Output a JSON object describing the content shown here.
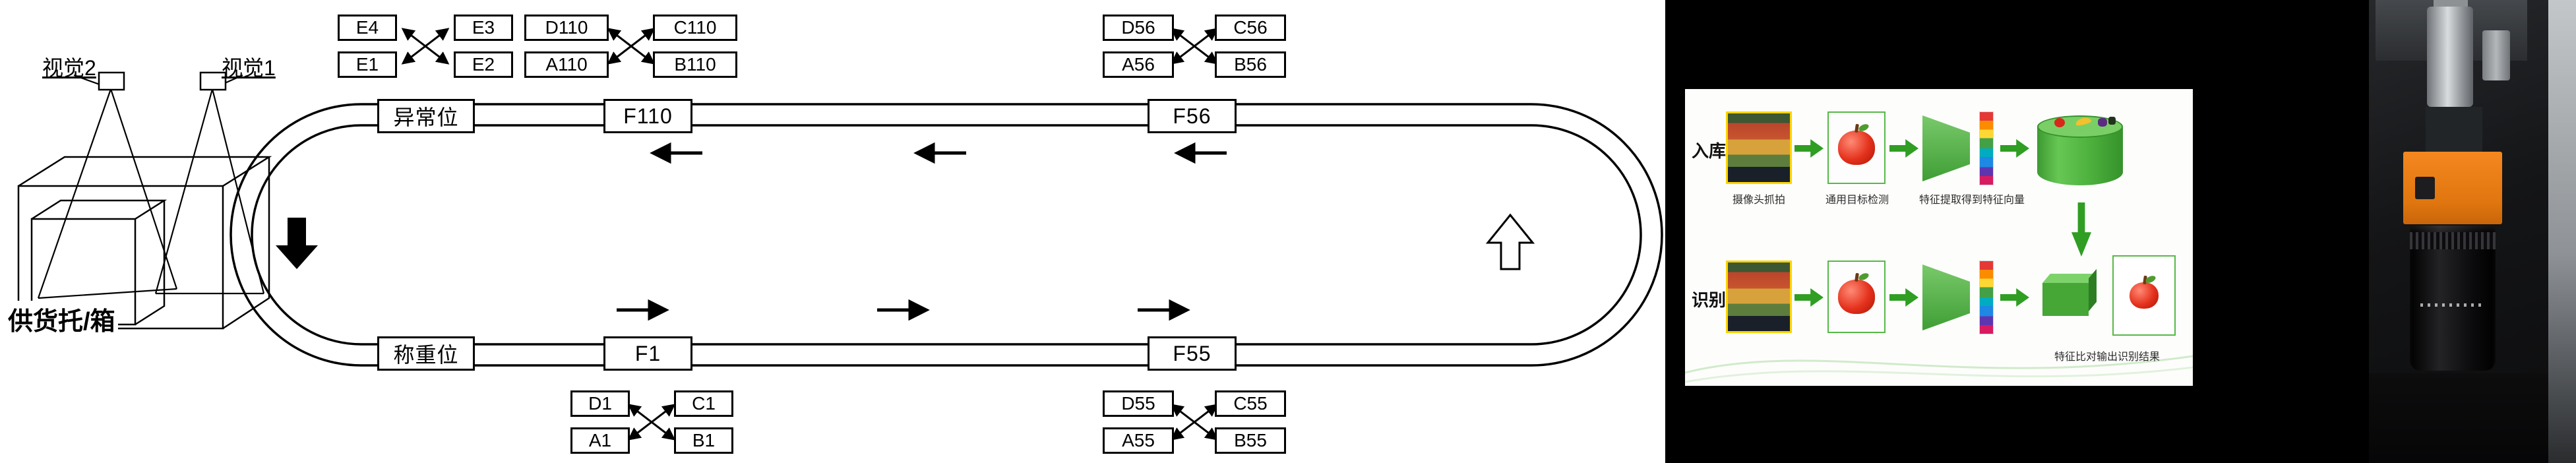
{
  "diagram": {
    "vision2": "视觉2",
    "vision1": "视觉1",
    "supply_label": "供货托/箱",
    "stations": {
      "abnormal": "异常位",
      "f110": "F110",
      "f56": "F56",
      "weighing": "称重位",
      "f1": "F1",
      "f55": "F55"
    },
    "clusters": {
      "e": {
        "tl": "E4",
        "tr": "E3",
        "bl": "E1",
        "br": "E2"
      },
      "g110": {
        "tl": "D110",
        "tr": "C110",
        "bl": "A110",
        "br": "B110"
      },
      "g56": {
        "tl": "D56",
        "tr": "C56",
        "bl": "A56",
        "br": "B56"
      },
      "g1": {
        "tl": "D1",
        "tr": "C1",
        "bl": "A1",
        "br": "B1"
      },
      "g55": {
        "tl": "D55",
        "tr": "C55",
        "bl": "A55",
        "br": "B55"
      }
    }
  },
  "slide": {
    "row1_label": "入库",
    "row2_label": "识别",
    "caption_camera": "摄像头抓拍",
    "caption_detection": "通用目标检测",
    "caption_feature": "特征提取得到特征向量",
    "caption_compare": "特征比对输出识别结果"
  },
  "colors": {
    "accent_green": "#2f9e23",
    "slide_highlight_yellow": "#ffd400",
    "camera_body_orange": "#e8821e",
    "detection_box_green": "#57b847"
  },
  "icons": {
    "green-arrow-icon": "css-clip-path-arrow",
    "feature-vector-bar-icon": "css-gradient-column",
    "feature-database-icon": "css-cylinder",
    "feature-compare-box-icon": "css-cube",
    "camera-view-cone-icon": "svg-triangle-outline",
    "crossed-transfer-arrows-icon": "svg-double-headed-x"
  }
}
